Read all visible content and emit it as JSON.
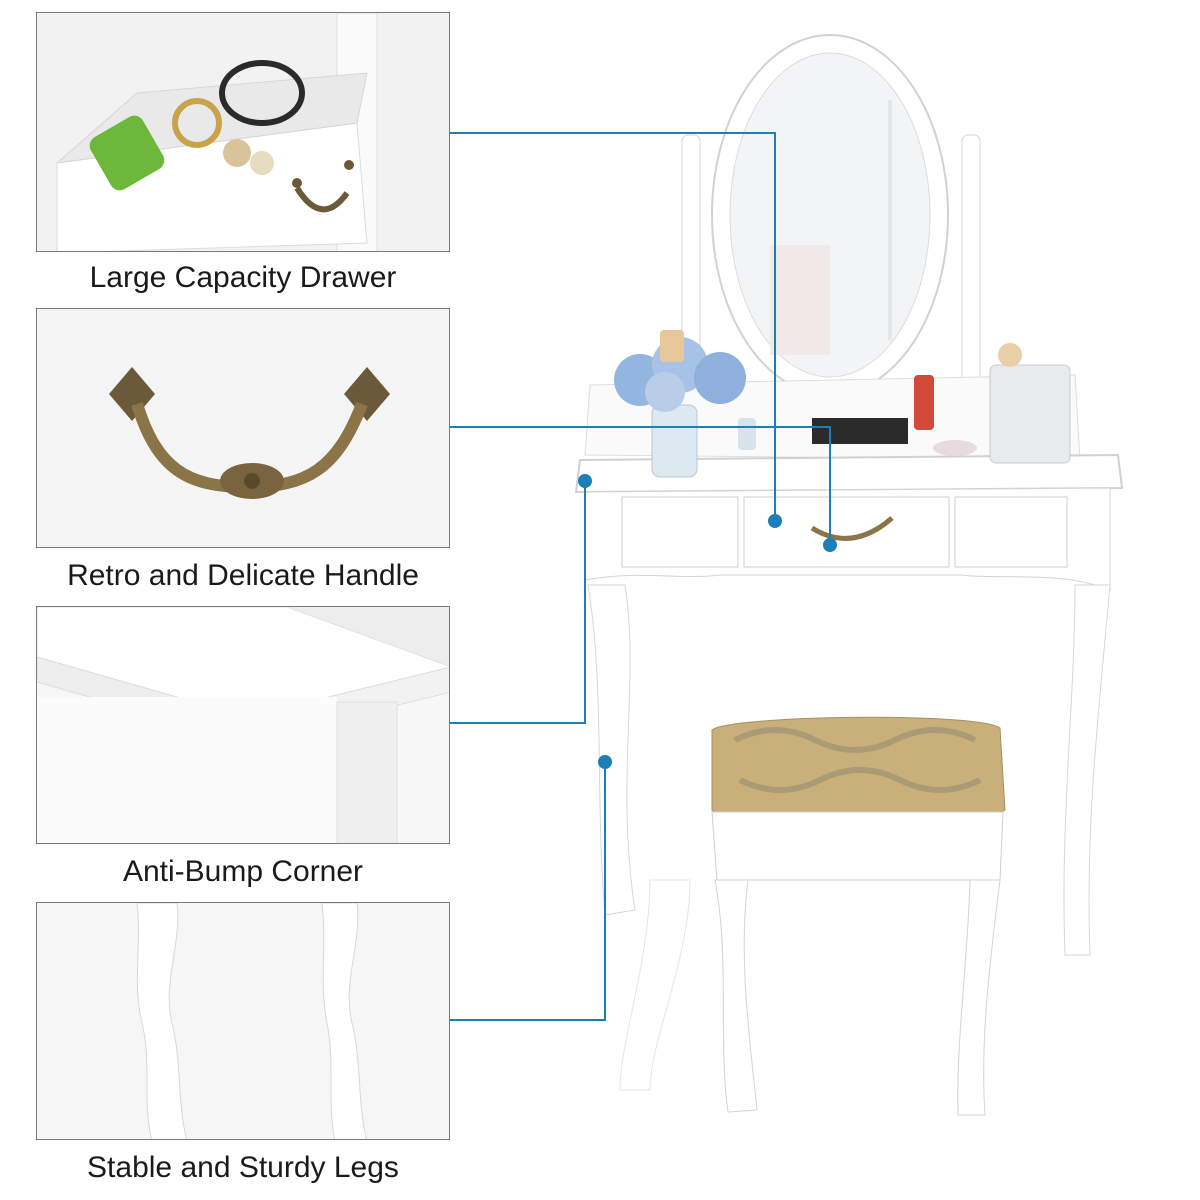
{
  "features": [
    {
      "caption": "Large Capacity Drawer"
    },
    {
      "caption": "Retro and Delicate Handle"
    },
    {
      "caption": "Anti-Bump Corner"
    },
    {
      "caption": "Stable and Sturdy Legs"
    }
  ],
  "colors": {
    "callout_line": "#1c7fb6",
    "furniture": "#ffffff",
    "panel_border": "#7a7a7a",
    "handle_bronze": "#8a7448",
    "cushion_gold": "#c9b07a"
  }
}
